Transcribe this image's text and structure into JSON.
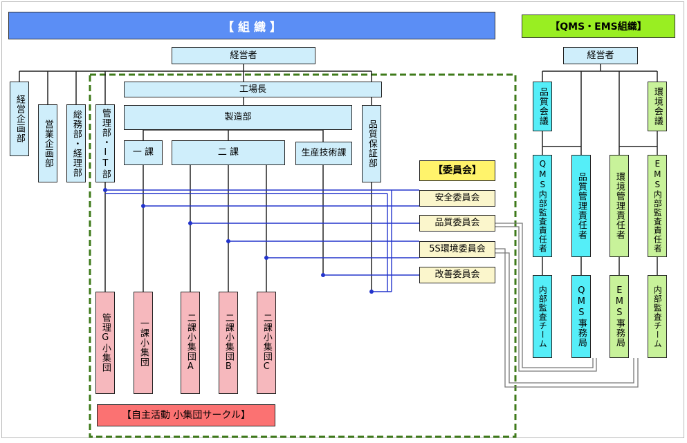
{
  "banner_left": "【 組 織 】",
  "banner_right": "【QMS・EMS組織】",
  "org": {
    "keieisha": "経営者",
    "keiei_kikakubu": "経営企画部",
    "eigyo_kikakubu": "営業企画部",
    "somubu": "総務部・経理部",
    "kanribu": "管理部・IT部",
    "kojocho": "工場長",
    "seizobu": "製造部",
    "ikka": "一 課",
    "nika": "二 課",
    "seisan": "生産技術課",
    "hinshitsu_hosho": "品質保証部"
  },
  "groups": {
    "g1": "管理G小集団",
    "g2": "一課小集団",
    "g3": "二課小集団A",
    "g4": "二課小集団B",
    "g5": "二課小集団C",
    "circle_label": "【自主活動 小集団サークル】"
  },
  "committee": {
    "title": "【委員会】",
    "items": [
      "安全委員会",
      "品質委員会",
      "5S環境委員会",
      "改善委員会"
    ]
  },
  "qms": {
    "keieisha": "経営者",
    "hinshitsu_kaigi": "品質会議",
    "kankyo_kaigi": "環境会議",
    "qms_auditor": "QMS内部監査責任者",
    "quality_manager": "品質管理責任者",
    "env_manager": "環境管理責任者",
    "ems_auditor": "EMS内部監査責任者",
    "audit_team_1": "内部監査チーム",
    "qms_office": "QMS事務局",
    "ems_office": "EMS事務局",
    "audit_team_2": "内部監査チーム"
  },
  "colors": {
    "banner_blue": "#5b8ef5",
    "banner_green": "#99ee22",
    "box_blue": "#cfeefb",
    "group_pink": "#f6b8bd",
    "circle_label": "#fb7272",
    "committee_title": "#fff36b",
    "committee_box": "#fbf6cc",
    "qms_cyan": "#55eef8",
    "ems_green": "#c8f29a",
    "dash_green": "#3e7a1a",
    "link_blue": "#2233cc"
  }
}
